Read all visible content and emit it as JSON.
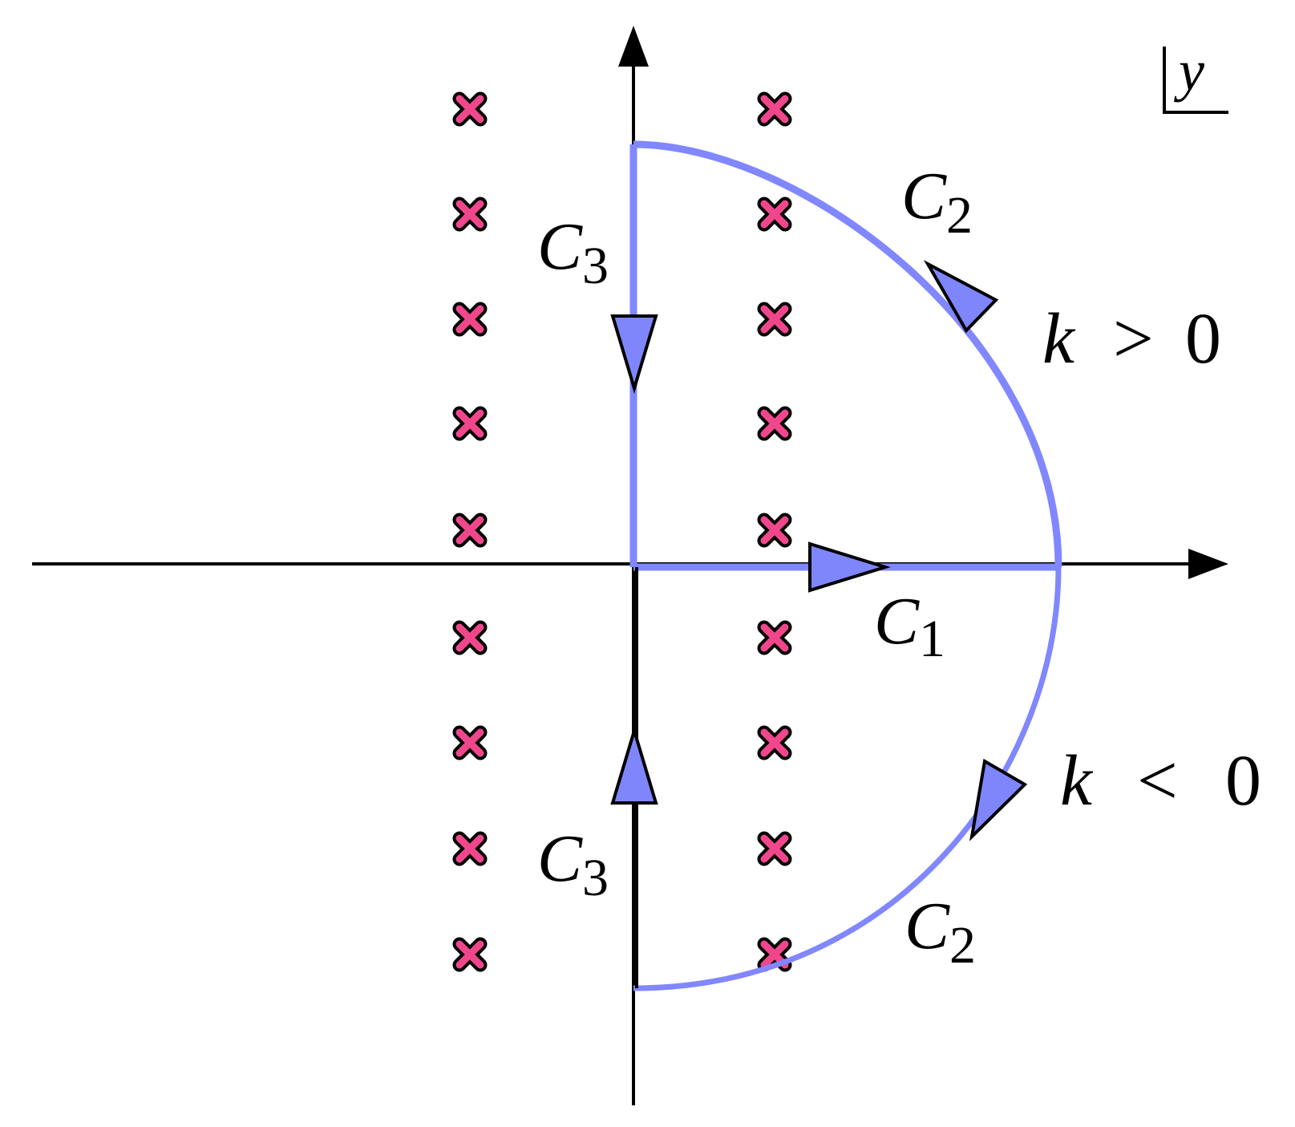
{
  "labels": {
    "variable": "y",
    "c1": {
      "main": "C",
      "sub": "1"
    },
    "c2_upper": {
      "main": "C",
      "sub": "2"
    },
    "c2_lower": {
      "main": "C",
      "sub": "2"
    },
    "c3_upper": {
      "main": "C",
      "sub": "3"
    },
    "c3_lower": {
      "main": "C",
      "sub": "3"
    },
    "k_pos": {
      "var": "k",
      "rel": ">",
      "val": "0"
    },
    "k_neg": {
      "var": "k",
      "rel": "<",
      "val": "0"
    }
  },
  "poles": {
    "count_per_column": 9,
    "columns": 2
  },
  "colors": {
    "axis": "#000000",
    "contour": "#8087ff",
    "arrow_fill": "#7f86fb",
    "pole_fill": "#f0478c",
    "pole_outline": "#000000"
  }
}
